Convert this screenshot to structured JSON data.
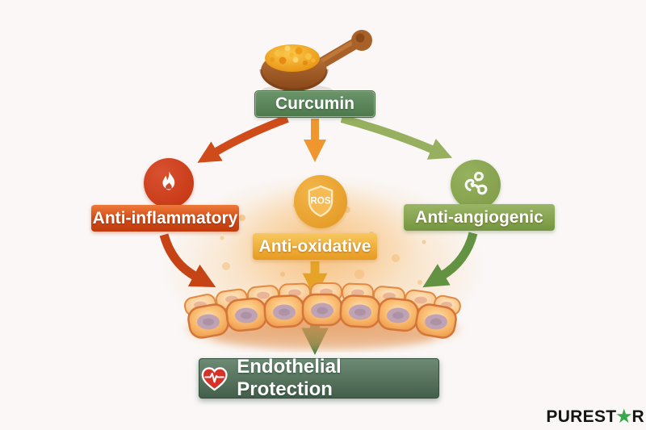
{
  "diagram": {
    "source": {
      "label": "Curcumin",
      "illustration": "turmeric-spoon"
    },
    "branches": [
      {
        "label": "Anti-inflammatory",
        "icon": "flame-icon",
        "color": "#cf431c"
      },
      {
        "label": "Anti-oxidative",
        "icon": "ros-shield-icon",
        "badge": "ROS",
        "color": "#eda032"
      },
      {
        "label": "Anti-angiogenic",
        "icon": "blood-vessel-icon",
        "color": "#85a24f"
      }
    ],
    "target_illustration": "endothelial-cell-layer",
    "outcome": {
      "label": "Endothelial Protection",
      "icon": "heart-ecg-icon"
    }
  },
  "branding": {
    "logo_prefix": "PUREST",
    "logo_star": "★",
    "logo_suffix": "R"
  },
  "colors": {
    "curcumin_green": "#578457",
    "inflammatory_red": "#cf431c",
    "oxidative_gold": "#eda032",
    "angiogenic_green": "#85a24f",
    "outcome_green": "#4d6b55",
    "logo_star_green": "#38a94b",
    "background": "#faf7f6"
  }
}
